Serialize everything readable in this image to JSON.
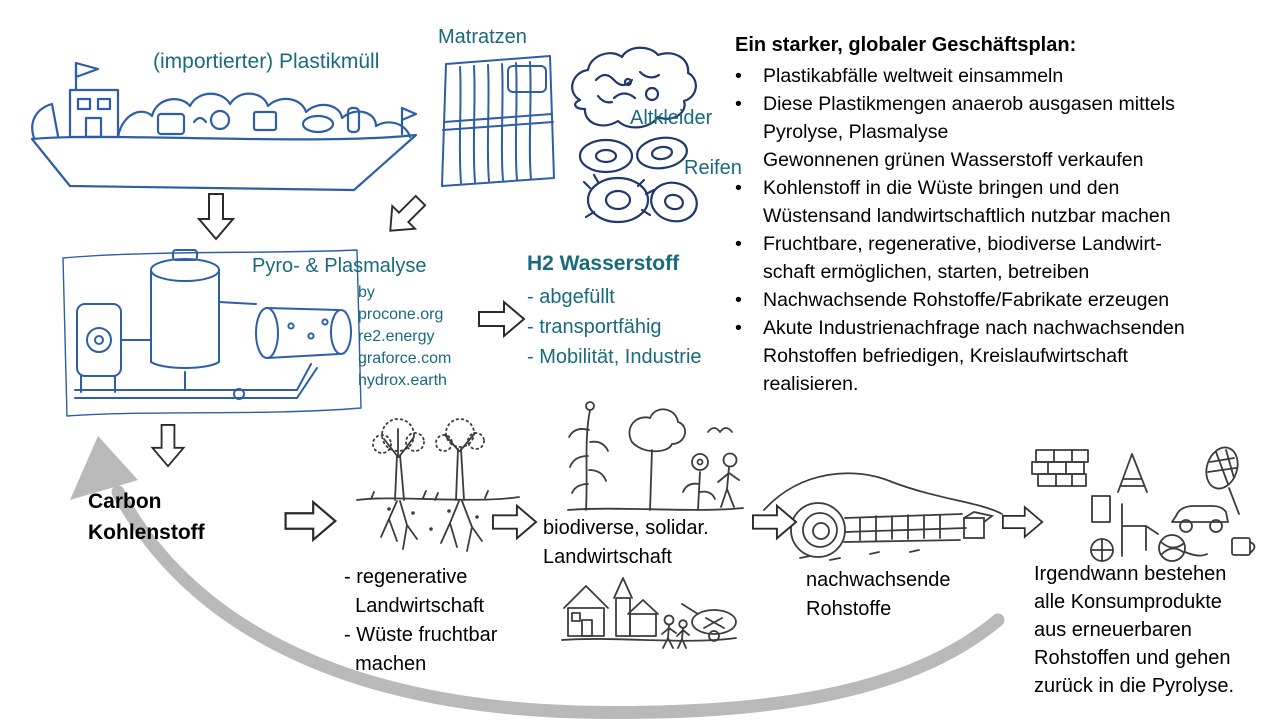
{
  "colors": {
    "teal": "#176b7e",
    "sketch_blue": "#2e5ea8",
    "sketch_navy": "#20386b",
    "sketch_black": "#3c3c3c",
    "text_black": "#000000",
    "cycle_gray": "#b9b9b9"
  },
  "inputs": {
    "plastikmuell": "(importierter) Plastikmüll",
    "matratzen": "Matratzen",
    "altkleider": "Altkleider",
    "reifen": "Reifen"
  },
  "process": {
    "pyro_label": "Pyro- & Plasmalyse",
    "credits_by": "by",
    "credits": [
      "procone.org",
      "re2.energy",
      "graforce.com",
      "hydrox.earth"
    ]
  },
  "h2": {
    "title": "H2 Wasserstoff",
    "items": [
      "- abgefüllt",
      "- transportfähig",
      "- Mobilität, Industrie"
    ]
  },
  "carbon_label": "Carbon\nKohlenstoff",
  "agriculture": {
    "regenerative": "- regenerative\n  Landwirtschaft\n- Wüste fruchtbar\n  machen",
    "biodiverse": "biodiverse, solidar.\nLandwirtschaft",
    "rohstoffe": "nachwachsende\nRohstoffe",
    "konsum": "Irgendwann bestehen\nalle Konsumprodukte\naus erneuerbaren\nRohstoffen und gehen\nzurück in die Pyrolyse."
  },
  "business_plan": {
    "title": "Ein starker, globaler Geschäftsplan:",
    "items": [
      {
        "marker": "•",
        "text": "Plastikabfälle weltweit einsammeln"
      },
      {
        "marker": "•",
        "text": "Diese Plastikmengen  anaerob ausgasen mittels\nPyrolyse, Plasmalyse"
      },
      {
        "marker": "",
        "text": "Gewonnenen grünen Wasserstoff verkaufen"
      },
      {
        "marker": "•",
        "text": "Kohlenstoff in die Wüste bringen und den\nWüstensand landwirtschaftlich nutzbar machen"
      },
      {
        "marker": "•",
        "text": "Fruchtbare, regenerative, biodiverse Landwirt-\nschaft ermöglichen, starten, betreiben"
      },
      {
        "marker": "•",
        "text": "Nachwachsende Rohstoffe/Fabrikate erzeugen"
      },
      {
        "marker": "•",
        "text": "Akute Industrienachfrage nach nachwachsenden\nRohstoffen befriedigen, Kreislaufwirtschaft\nrealisieren."
      }
    ]
  },
  "sketches": {
    "ship": "cargo-ship-with-plastic-waste",
    "mattress": "mattress",
    "clothes": "old-clothes-pile",
    "tires": "tires-pile",
    "machine": "pyrolysis-plasmalysis-plant",
    "trees": "trees-with-roots-in-desert",
    "garden": "biodiverse-garden",
    "village": "village-community",
    "hay": "hay-bale-field",
    "products": "consumer-products"
  }
}
